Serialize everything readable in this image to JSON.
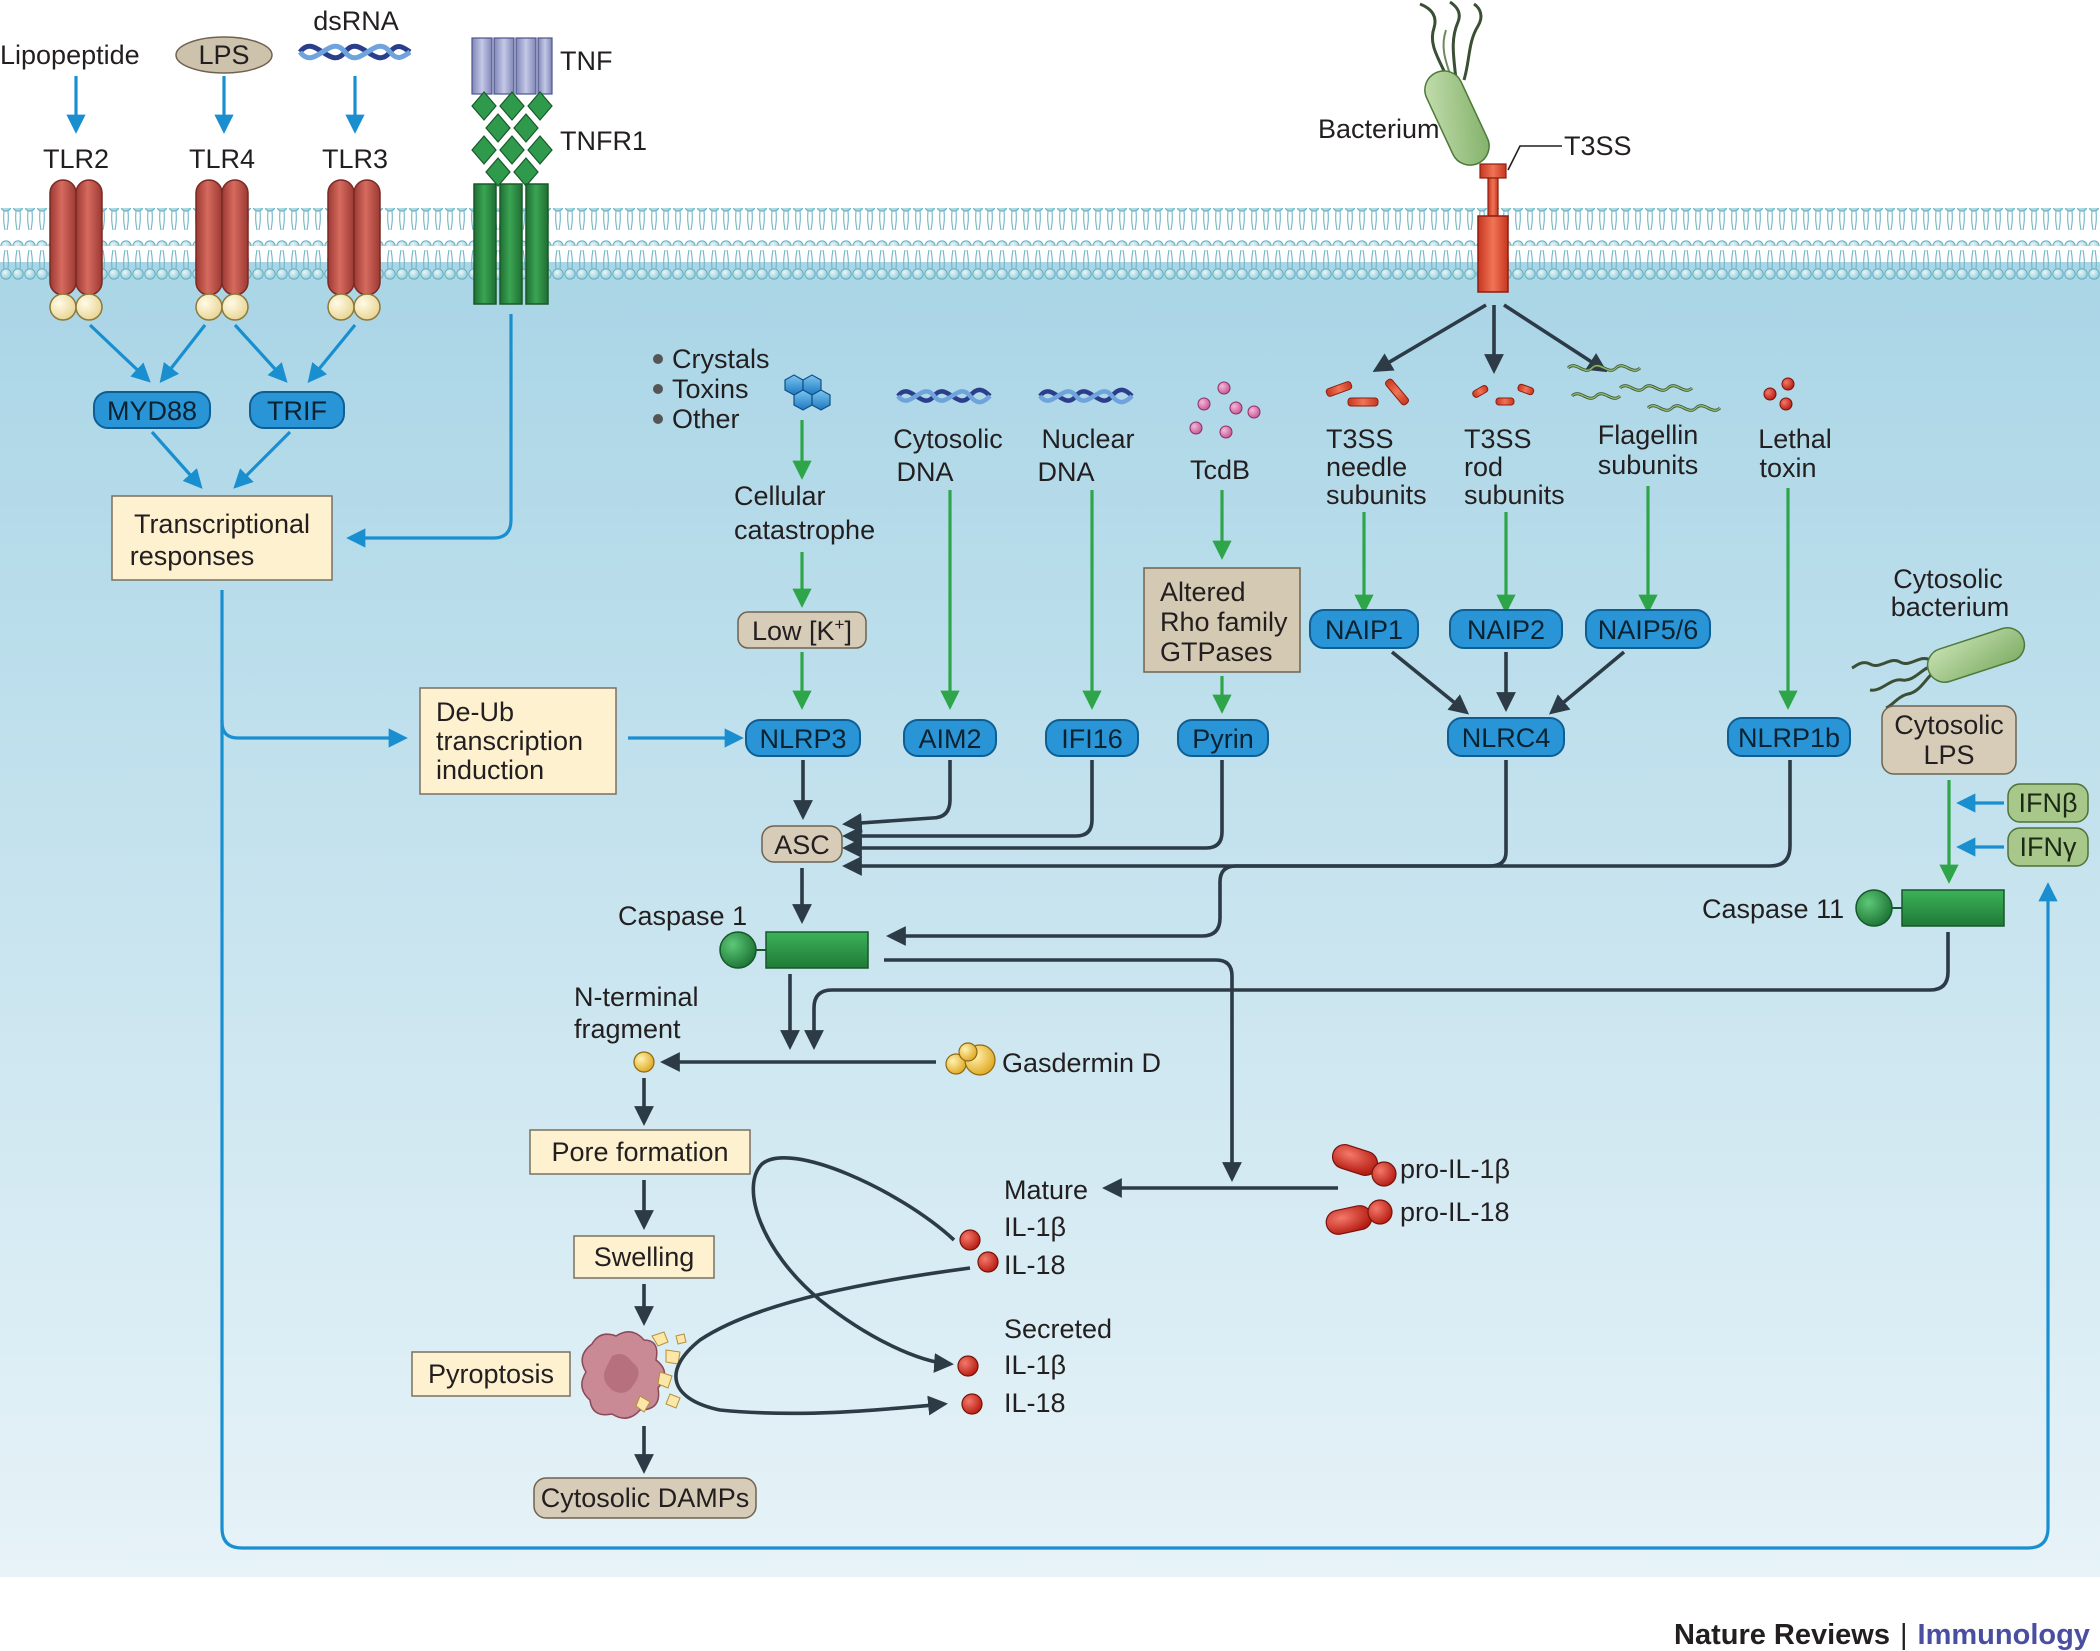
{
  "ligands": {
    "lipopeptide": "Lipopeptide",
    "lps": "LPS",
    "dsrna": "dsRNA",
    "tnf": "TNF",
    "tnfr1": "TNFR1",
    "bacterium": "Bacterium",
    "t3ss": "T3SS"
  },
  "receptors": {
    "tlr2": "TLR2",
    "tlr4": "TLR4",
    "tlr3": "TLR3"
  },
  "adaptors": {
    "myd88": "MYD88",
    "trif": "TRIF"
  },
  "boxes": {
    "transcriptional_1": "Transcriptional",
    "transcriptional_2": "responses",
    "deub_1": "De-Ub",
    "deub_2": "transcription",
    "deub_3": "induction",
    "pore": "Pore formation",
    "swelling": "Swelling",
    "pyroptosis": "Pyroptosis"
  },
  "triggers": {
    "crystals": "Crystals",
    "toxins": "Toxins",
    "other": "Other",
    "cellular_1": "Cellular",
    "cellular_2": "catastrophe",
    "low_k": "Low [K",
    "low_k_sup": "+",
    "low_k_end": "]",
    "cyto_dna_1": "Cytosolic",
    "cyto_dna_2": "DNA",
    "nuc_dna_1": "Nuclear",
    "nuc_dna_2": "DNA",
    "tcdb": "TcdB",
    "altered_1": "Altered",
    "altered_2": "Rho family",
    "altered_3": "GTPases",
    "needle_1": "T3SS",
    "needle_2": "needle",
    "needle_3": "subunits",
    "rod_1": "T3SS",
    "rod_2": "rod",
    "rod_3": "subunits",
    "flag_1": "Flagellin",
    "flag_2": "subunits",
    "lethal_1": "Lethal",
    "lethal_2": "toxin",
    "cytobact_1": "Cytosolic",
    "cytobact_2": "bacterium",
    "cytolps_1": "Cytosolic",
    "cytolps_2": "LPS"
  },
  "sensors": {
    "nlrp3": "NLRP3",
    "aim2": "AIM2",
    "ifi16": "IFI16",
    "pyrin": "Pyrin",
    "naip1": "NAIP1",
    "naip2": "NAIP2",
    "naip56": "NAIP5/6",
    "nlrc4": "NLRC4",
    "nlrp1b": "NLRP1b"
  },
  "effectors": {
    "asc": "ASC",
    "caspase1": "Caspase 1",
    "caspase11": "Caspase 11",
    "ifnb": "IFNβ",
    "ifng": "IFNγ",
    "nterm_1": "N-terminal",
    "nterm_2": "fragment",
    "gasdermin": "Gasdermin D",
    "pro_il1b": "pro-IL-1β",
    "pro_il18": "pro-IL-18",
    "mature_1": "Mature",
    "mature_2": "IL-1β",
    "mature_3": "IL-18",
    "secreted_1": "Secreted",
    "secreted_2": "IL-1β",
    "secreted_3": "IL-18",
    "damps": "Cytosolic DAMPs"
  },
  "footer": {
    "journal": "Nature Reviews",
    "separator": "|",
    "section": "Immunology"
  },
  "colors": {
    "cytoplasm_top": "#a9d5e6",
    "cytoplasm_bottom": "#e7f3f8",
    "membrane_head": "#bfe3ea",
    "signal_blue": "#1a8fd0",
    "signal_green": "#2ea548",
    "signal_dark": "#2c3b46",
    "receptor_red": "#c6544a",
    "caspase_green": "#2a9b45",
    "il_red": "#d62f22",
    "footer_accent": "#4a4ea0"
  }
}
